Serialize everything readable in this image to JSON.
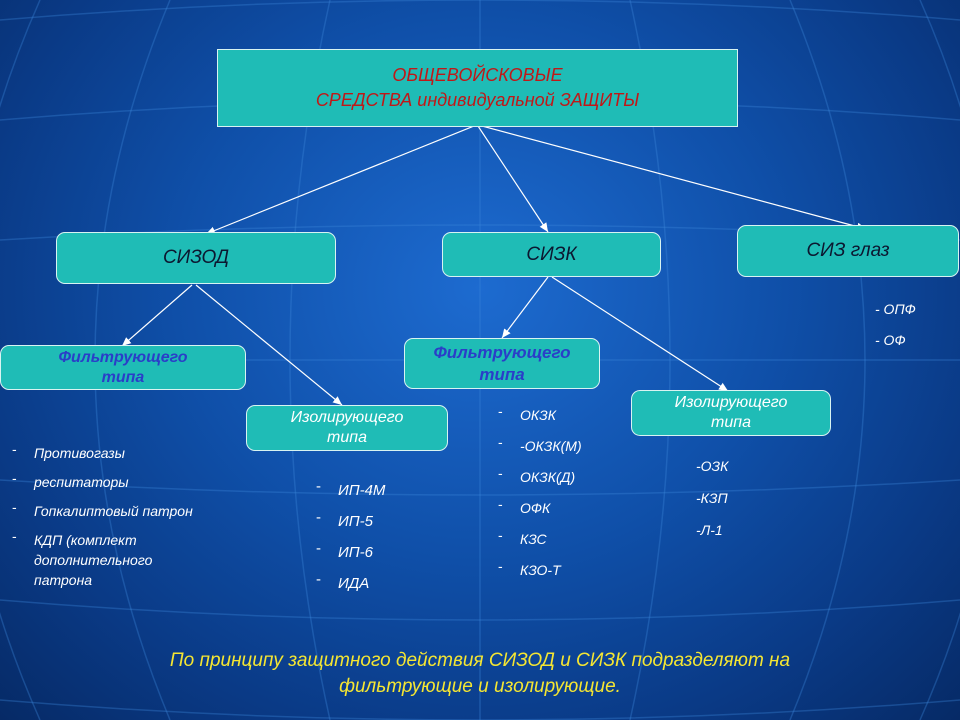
{
  "root": {
    "line1": "ОБЩЕВОЙСКОВЫЕ",
    "line2": "СРЕДСТВА индивидуальной ЗАЩИТЫ"
  },
  "sizod": {
    "label": "СИЗОД",
    "filter": {
      "line1": "Фильтрующего",
      "line2": "типа"
    },
    "isolate": {
      "line1": "Изолирующего",
      "line2": "типа"
    },
    "filter_items": [
      "Противогазы",
      " респитаторы",
      "Гопкалиптовый патрон",
      "КДП (комплект дополнительного патрона"
    ],
    "isolate_items": [
      "ИП-4М",
      "ИП-5",
      "ИП-6",
      "ИДА"
    ]
  },
  "sizk": {
    "label": "СИЗК",
    "filter": {
      "line1": "Фильтрующего",
      "line2": "типа"
    },
    "isolate": {
      "line1": "Изолирующего",
      "line2": "типа"
    },
    "filter_items": [
      "ОКЗК",
      "-ОКЗК(М)",
      "ОКЗК(Д)",
      "ОФК",
      "КЗС",
      "КЗО-Т"
    ],
    "isolate_items": [
      "-ОЗК",
      "-КЗП",
      "-Л-1"
    ]
  },
  "siz_eyes": {
    "label": "СИЗ глаз",
    "items": [
      "- ОПФ",
      "- ОФ"
    ]
  },
  "caption": {
    "line1": "По принципу защитного действия  СИЗОД и СИЗК подразделяют на",
    "line2": "фильтрующие и изолирующие."
  },
  "colors": {
    "box_fill": "#1fbcb6",
    "root_text": "#c01818",
    "box_text": "#0c1730",
    "filter_text": "#2a3ec8",
    "caption_text": "#f5e632",
    "list_text": "#ffffff"
  }
}
